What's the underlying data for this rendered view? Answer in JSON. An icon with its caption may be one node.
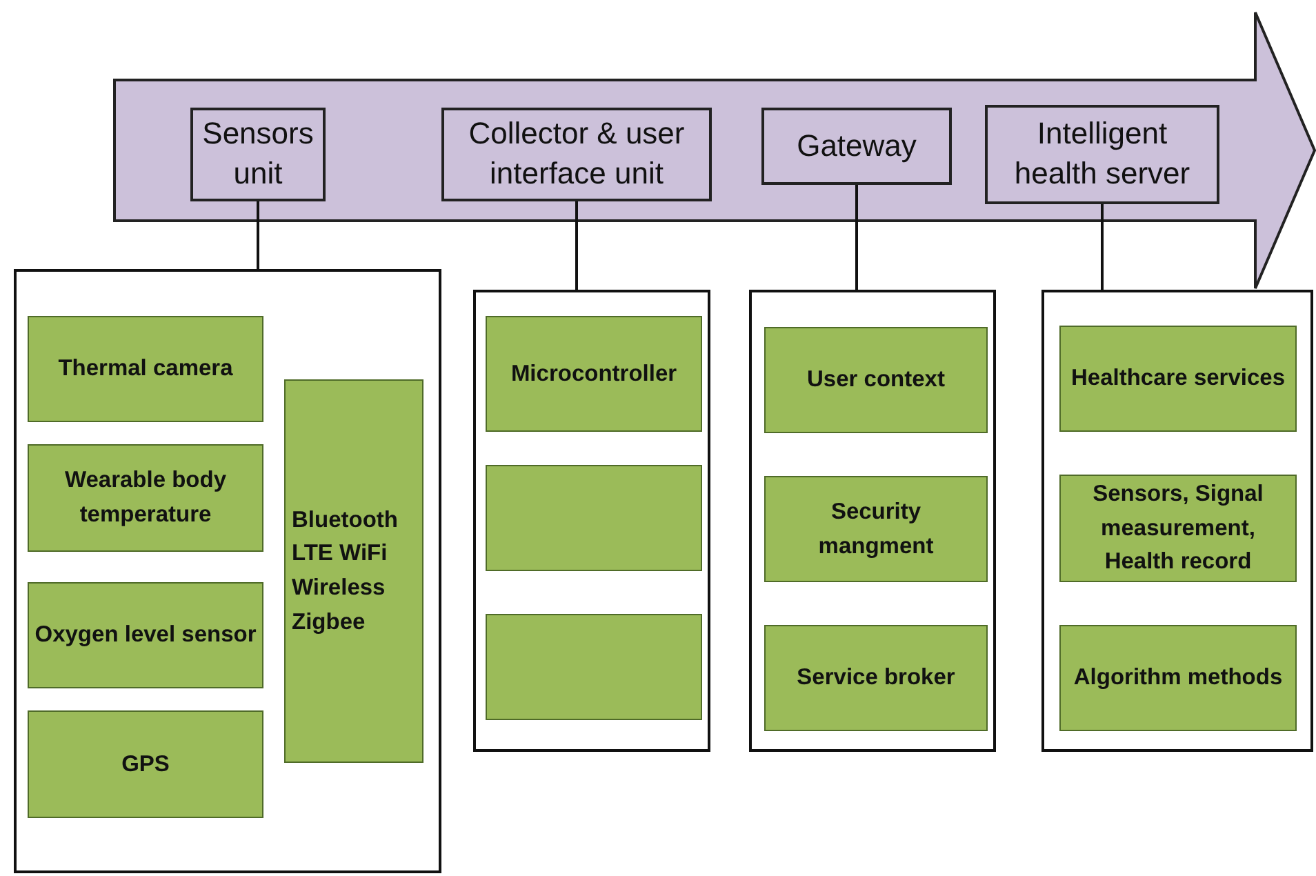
{
  "diagram": {
    "nodes": [
      {
        "text": [],
        "shape": "arrow"
      },
      {
        "text": [
          "Sensors unit"
        ],
        "in": 0
      },
      {
        "text": [
          "Collector & user interface unit"
        ],
        "in": 0
      },
      {
        "text": [
          "Gateway"
        ],
        "in": 0
      },
      {
        "text": [
          "Intelligent health server"
        ],
        "in": 0
      },
      {
        "text": [],
        "shape": "box"
      },
      {
        "text": [
          "Thermal camera"
        ],
        "in": 5
      },
      {
        "text": [
          "Wearable body temperature"
        ],
        "in": 5
      },
      {
        "text": [
          "Oxygen level sensor"
        ],
        "in": 5
      },
      {
        "text": [
          "GPS"
        ],
        "in": 5
      },
      {
        "text": [
          "Bluetooth LTE WiFi Wireless Zigbee"
        ],
        "in": 5
      },
      {
        "text": [],
        "shape": "box"
      },
      {
        "text": [
          "Microcontroller"
        ],
        "in": 11
      },
      {
        "text": [],
        "shape": "box",
        "in": 11
      },
      {
        "text": [],
        "shape": "box",
        "in": 11
      },
      {
        "text": [],
        "shape": "box"
      },
      {
        "text": [
          "User context"
        ],
        "in": 15
      },
      {
        "text": [
          "Security mangment"
        ],
        "in": 15
      },
      {
        "text": [
          "Service broker"
        ],
        "in": 15
      },
      {
        "text": [],
        "shape": "box"
      },
      {
        "text": [
          "Healthcare services"
        ],
        "in": 19
      },
      {
        "text": [
          "Sensors, Signal measurement, Health record"
        ],
        "in": 19
      },
      {
        "text": [
          "Algorithm methods"
        ],
        "in": 19
      }
    ],
    "edges": [
      {
        "from": 1,
        "to": 5,
        "arrow": "none"
      },
      {
        "from": 2,
        "to": 11,
        "arrow": "none"
      },
      {
        "from": 3,
        "to": 15,
        "arrow": "none"
      },
      {
        "from": 4,
        "to": 19,
        "arrow": "none"
      }
    ]
  }
}
